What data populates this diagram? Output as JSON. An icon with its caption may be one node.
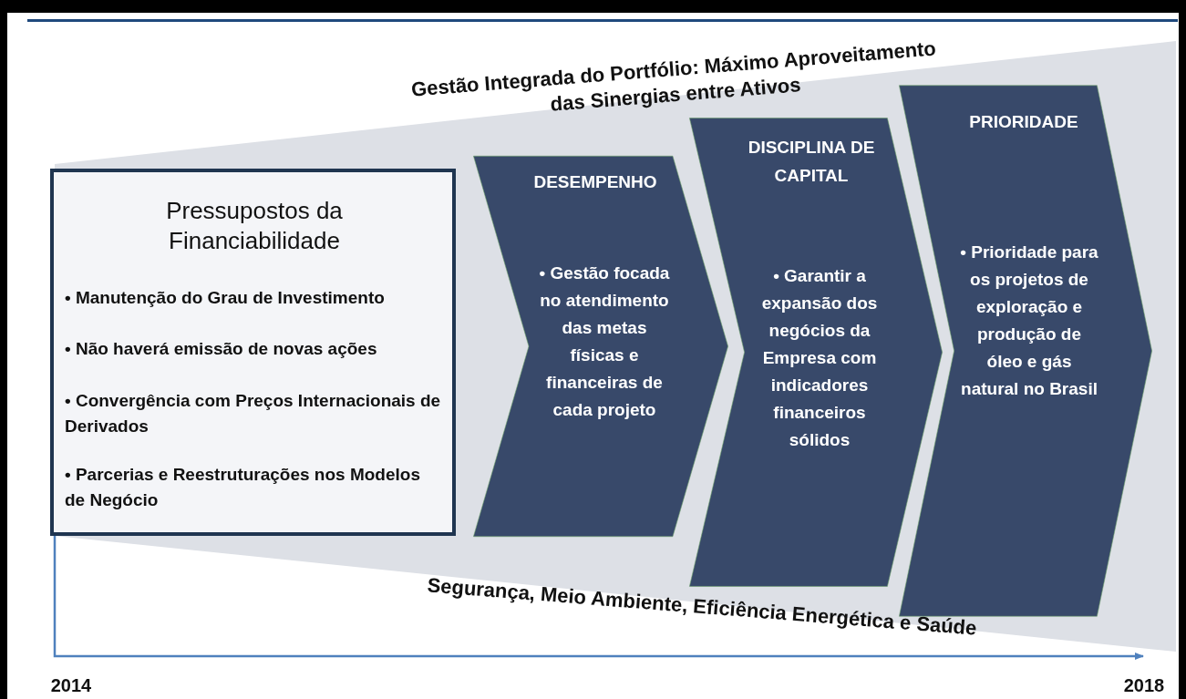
{
  "diagram": {
    "nodes": [
      {
        "text": [
          "Pressupostos da Financiabilidade",
          "• Manutenção do Grau de Investimento",
          "• Não haverá emissão de novas ações",
          "• Convergência com Preços Internacionais de Derivados",
          "• Parcerias e Reestruturações nos Modelos de Negócio"
        ]
      },
      {
        "text": [
          "DESEMPENHO",
          "• Gestão focada no atendimento das metas físicas e financeiras de cada projeto"
        ]
      },
      {
        "text": [
          "DISCIPLINA DE CAPITAL",
          "• Garantir a expansão dos negócios da Empresa com indicadores financeiros sólidos"
        ]
      },
      {
        "text": [
          "PRIORIDADE",
          "• Prioridade para os projetos de exploração e produção de óleo e  gás natural no Brasil"
        ]
      }
    ],
    "labels": [
      "Gestão Integrada do Portfólio: Máximo Aproveitamento das Sinergias entre Ativos",
      "Segurança, Meio Ambiente, Eficiência Energética e Saúde",
      "2014",
      "2018"
    ]
  }
}
